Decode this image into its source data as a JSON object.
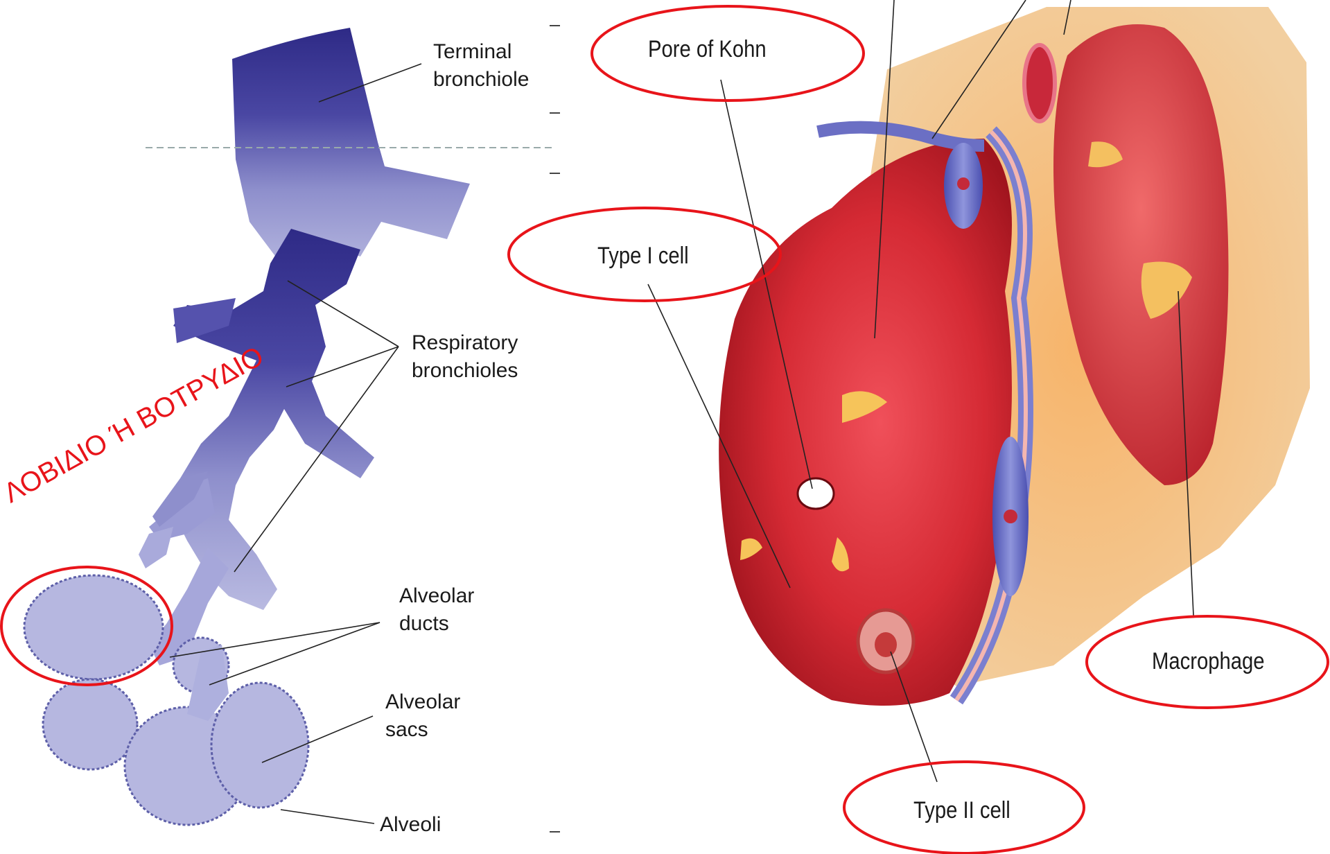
{
  "left_labels": {
    "terminal_bronchiole": [
      "Terminal",
      "bronchiole"
    ],
    "respiratory_bronchioles": [
      "Respiratory",
      "bronchioles"
    ],
    "alveolar_ducts": [
      "Alveolar",
      "ducts"
    ],
    "alveolar_sacs": [
      "Alveolar",
      "sacs"
    ],
    "alveoli": "Alveoli"
  },
  "greek_annotation": "ΛΟΒΙΔΙΟ Ή ΒΟΤΡΥΔΙΟ",
  "right_labels": {
    "pore_of_kohn": "Pore of Kohn",
    "type_i_cell": "Type I cell",
    "macrophage": "Macrophage",
    "type_ii_cell": "Type II cell"
  },
  "colors": {
    "highlight_red": "#e8141a",
    "bronchiole_dark": "#3d3694",
    "alveoli_light": "#b6b7e0",
    "tissue_orange": "#f3a64f",
    "alveolus_red": "#d8323a"
  }
}
